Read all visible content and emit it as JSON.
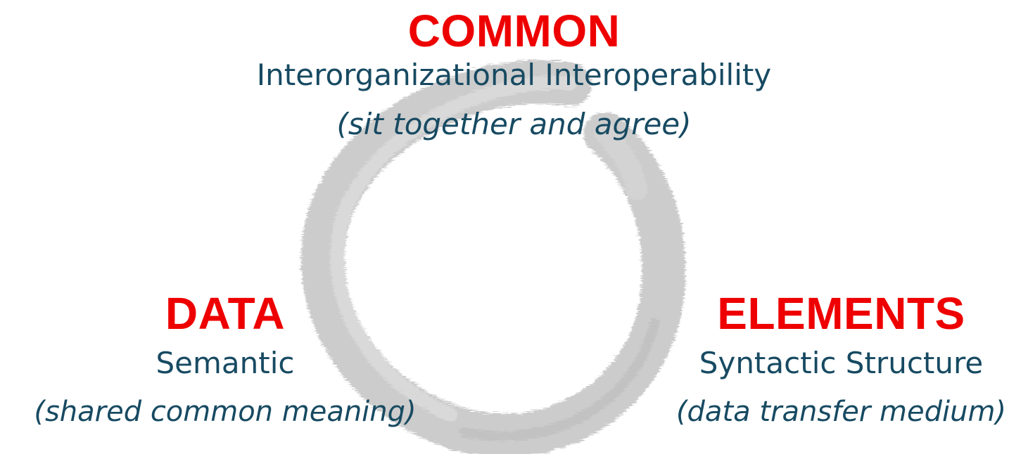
{
  "colors": {
    "heading": "#ee0000",
    "text": "#174a62",
    "brush": "#c8c8c8"
  },
  "common": {
    "heading": "COMMON",
    "subtitle": "Interorganizational Interoperability",
    "note": "(sit together and agree)"
  },
  "data": {
    "heading": "DATA",
    "subtitle": "Semantic",
    "note": "(shared common meaning)"
  },
  "elements": {
    "heading": "ELEMENTS",
    "subtitle": "Syntactic Structure",
    "note": "(data transfer medium)"
  },
  "decoration": {
    "icon": "enso-brush-circle-icon"
  }
}
